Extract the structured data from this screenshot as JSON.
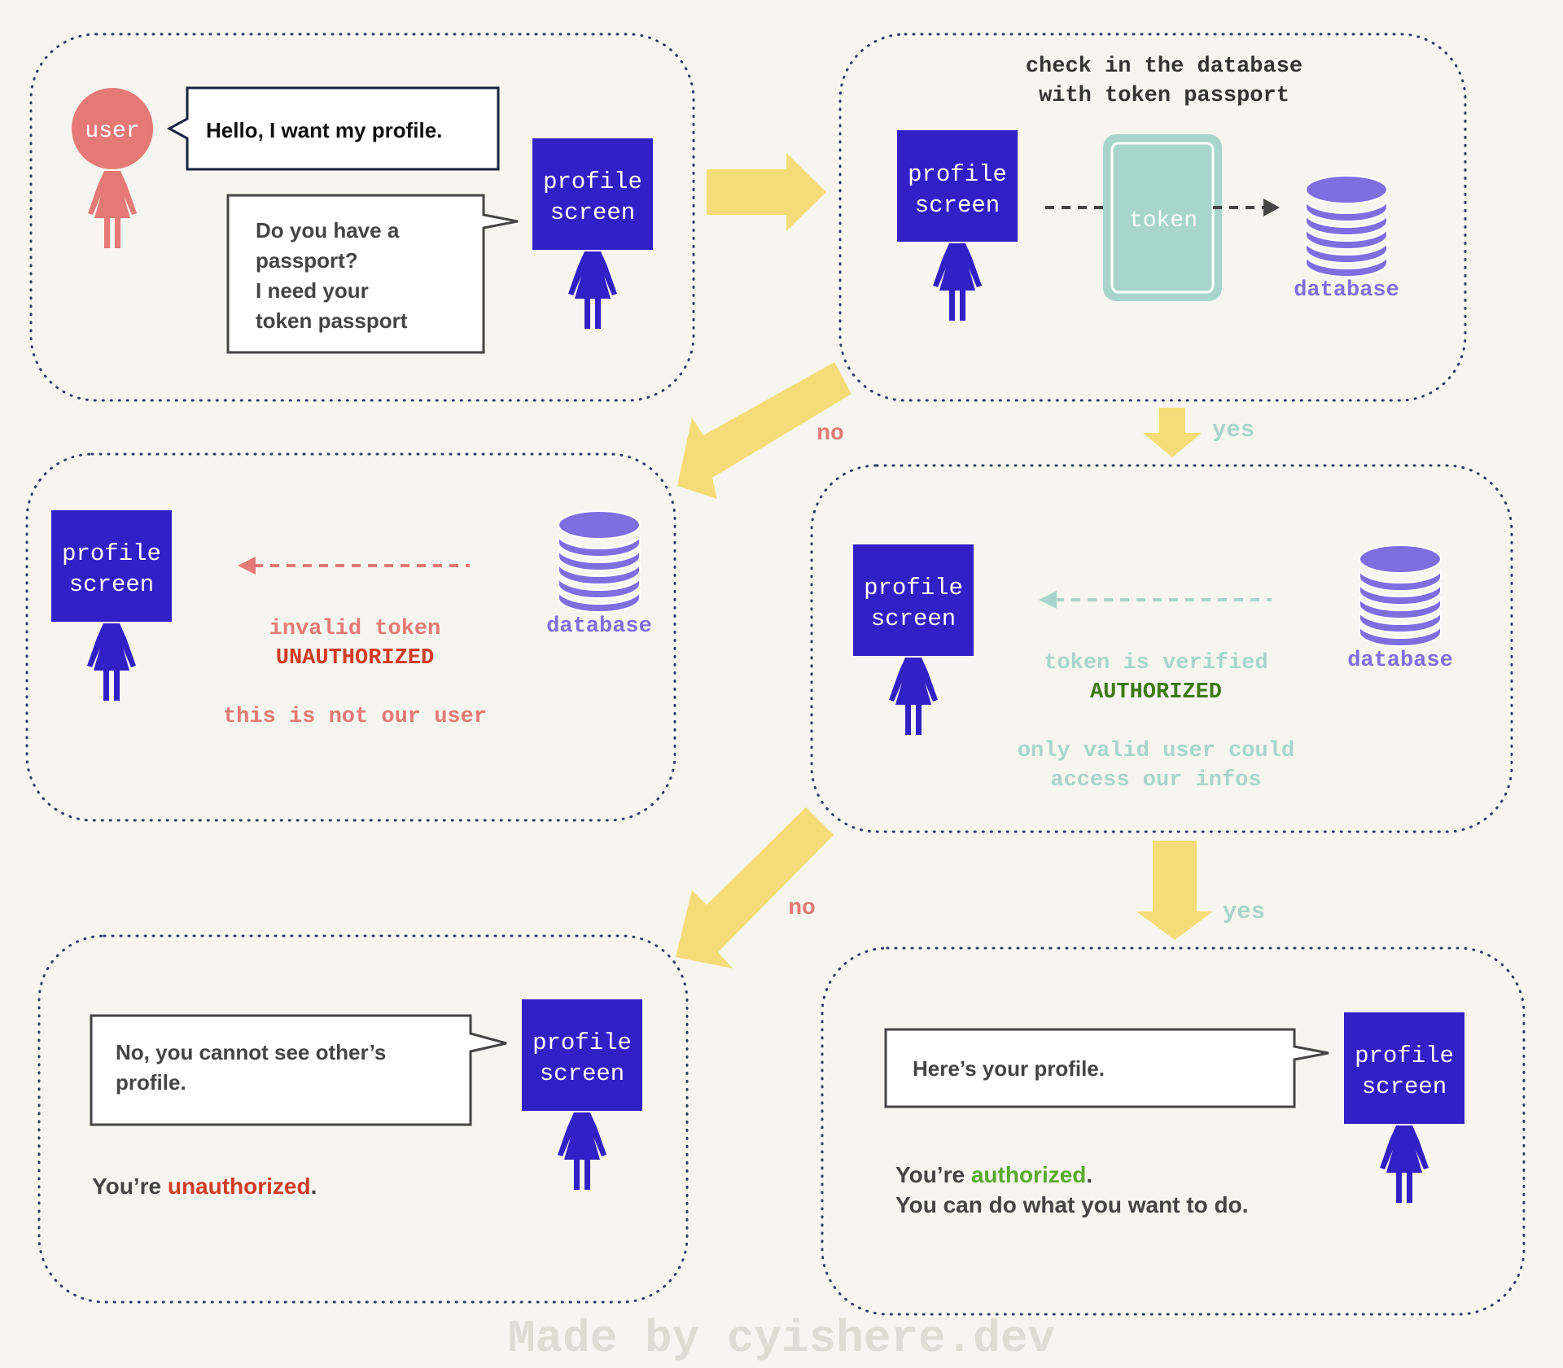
{
  "colors": {
    "background": "#f6f5ef",
    "screen_blue": "#3120c6",
    "user_red": "#e57975",
    "arrow_yellow": "#f5dc78",
    "token_teal": "#a7d5cb",
    "database_purple": "#7f6ee0",
    "unauthorized_red": "#d23c26",
    "authorized_green": "#3d7a17",
    "authorized_word_green": "#5aaa2c",
    "dotted_border": "#2f3a64"
  },
  "step1": {
    "user_label": "user",
    "user_bubble": "Hello, I want my profile.",
    "screen_label_1": "profile",
    "screen_label_2": "screen",
    "screen_bubble_line1": "Do you have a",
    "screen_bubble_line2": "passport?",
    "screen_bubble_line3": "I need your",
    "screen_bubble_line4": "token passport"
  },
  "step2": {
    "caption_line1": "check in the database",
    "caption_line2": "with token passport",
    "screen_label_1": "profile",
    "screen_label_2": "screen",
    "token_label": "token",
    "database_label": "database"
  },
  "branches": {
    "no_label": "no",
    "yes_label": "yes"
  },
  "invalid": {
    "screen_label_1": "profile",
    "screen_label_2": "screen",
    "database_label": "database",
    "line1": "invalid token",
    "line2": "UNAUTHORIZED",
    "line3": "this is not our user"
  },
  "verified": {
    "screen_label_1": "profile",
    "screen_label_2": "screen",
    "database_label": "database",
    "line1": "token is verified",
    "line2": "AUTHORIZED",
    "line3": "only valid user could",
    "line4": "access our infos"
  },
  "result_no": {
    "bubble_line1": "No, you cannot see other’s",
    "bubble_line2": "profile.",
    "screen_label_1": "profile",
    "screen_label_2": "screen",
    "status_prefix": "You’re ",
    "status_word": "unauthorized",
    "status_suffix": "."
  },
  "result_yes": {
    "bubble": "Here’s your profile.",
    "screen_label_1": "profile",
    "screen_label_2": "screen",
    "status_prefix": "You’re ",
    "status_word": "authorized",
    "status_suffix": ".",
    "status_line2": "You can do what you want to do."
  },
  "watermark": "Made by cyishere.dev"
}
